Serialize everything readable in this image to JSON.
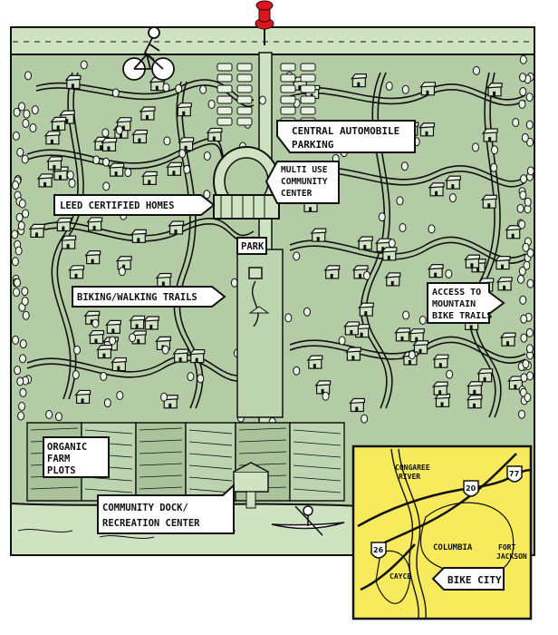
{
  "map": {
    "labels": {
      "parking": [
        "CENTRAL AUTOMOBILE",
        "PARKING"
      ],
      "community_center": [
        "MULTI USE",
        "COMMUNITY",
        "CENTER"
      ],
      "leed": "LEED CERTIFIED HOMES",
      "park": "PARK",
      "trails": "BIKING/WALKING TRAILS",
      "mountain": [
        "ACCESS TO",
        "MOUNTAIN",
        "BIKE TRAILS"
      ],
      "farm": [
        "ORGANIC",
        "FARM",
        "PLOTS"
      ],
      "dock": [
        "COMMUNITY DOCK/",
        "RECREATION CENTER"
      ]
    },
    "inset": {
      "river": [
        "CONGAREE",
        "RIVER"
      ],
      "columbia": "COLUMBIA",
      "fort": [
        "FORT",
        "JACKSON"
      ],
      "cayce": "CAYCE",
      "bike_city": "BIKE CITY",
      "highways": [
        "20",
        "77",
        "26"
      ]
    },
    "colors": {
      "land": "#b3cca6",
      "water": "#cfe3c3",
      "inset": "#f7ea5c",
      "pin": "#e0141e",
      "ink": "#111111"
    }
  }
}
